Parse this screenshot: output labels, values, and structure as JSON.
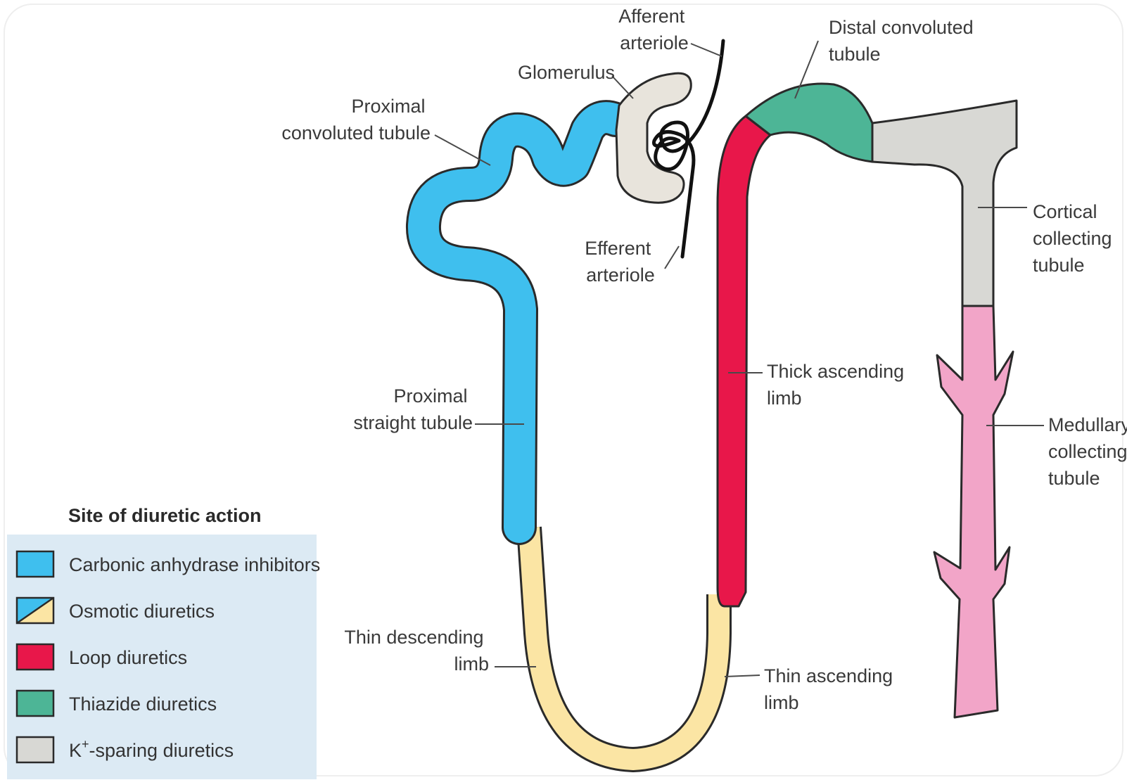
{
  "labels": {
    "afferent": [
      "Afferent",
      "arteriole"
    ],
    "glomerulus": "Glomerulus",
    "proximal_convoluted": [
      "Proximal",
      "convoluted tubule"
    ],
    "efferent": [
      "Efferent",
      "arteriole"
    ],
    "distal_convoluted": [
      "Distal convoluted",
      "tubule"
    ],
    "cortical_collecting": [
      "Cortical",
      "collecting",
      "tubule"
    ],
    "thick_ascending": [
      "Thick ascending",
      "limb"
    ],
    "proximal_straight": [
      "Proximal",
      "straight tubule"
    ],
    "medullary_collecting": [
      "Medullary",
      "collecting",
      "tubule"
    ],
    "thin_descending": [
      "Thin descending",
      "limb"
    ],
    "thin_ascending": [
      "Thin ascending",
      "limb"
    ]
  },
  "legend": {
    "title": "Site of diuretic action",
    "items": [
      {
        "label": "Carbonic anhydrase inhibitors",
        "color": "#3fbfee"
      },
      {
        "label": "Osmotic diuretics",
        "color": "#3fbfee",
        "color2": "#fbe5a4"
      },
      {
        "label": "Loop diuretics",
        "color": "#e8174a"
      },
      {
        "label": "Thiazide diuretics",
        "color": "#4db596"
      },
      {
        "label_prefix": "K",
        "label_sup": "+",
        "label_suffix": "-sparing diuretics",
        "color": "#d8d8d4"
      }
    ]
  },
  "colors": {
    "carbonic_anhydrase": "#3fbfee",
    "osmotic_thin": "#fbe5a4",
    "loop": "#e8174a",
    "thiazide": "#4db596",
    "k_sparing": "#d8d8d4",
    "medullary": "#f2a5c8",
    "glomerulus": "#e8e4dc",
    "legend_bg": "#dceaf4"
  }
}
